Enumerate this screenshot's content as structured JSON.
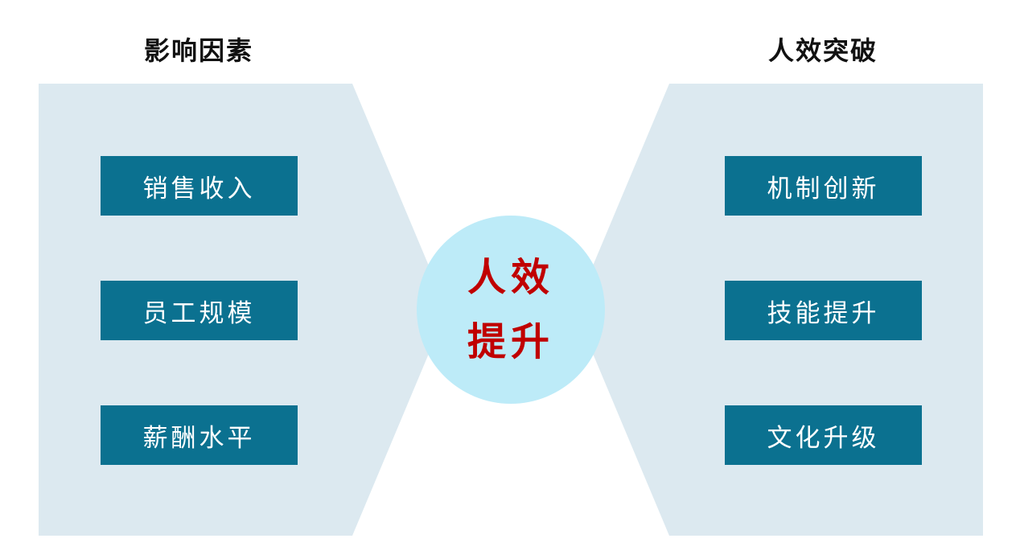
{
  "left": {
    "title": "影响因素",
    "items": [
      "销售收入",
      "员工规模",
      "薪酬水平"
    ]
  },
  "right": {
    "title": "人效突破",
    "items": [
      "机制创新",
      "技能提升",
      "文化升级"
    ]
  },
  "center": {
    "line1": "人效",
    "line2": "提升"
  },
  "colors": {
    "panel": "#dce9f0",
    "box": "#0b7190",
    "circle": "#bdebf8",
    "center_text": "#c00000"
  }
}
